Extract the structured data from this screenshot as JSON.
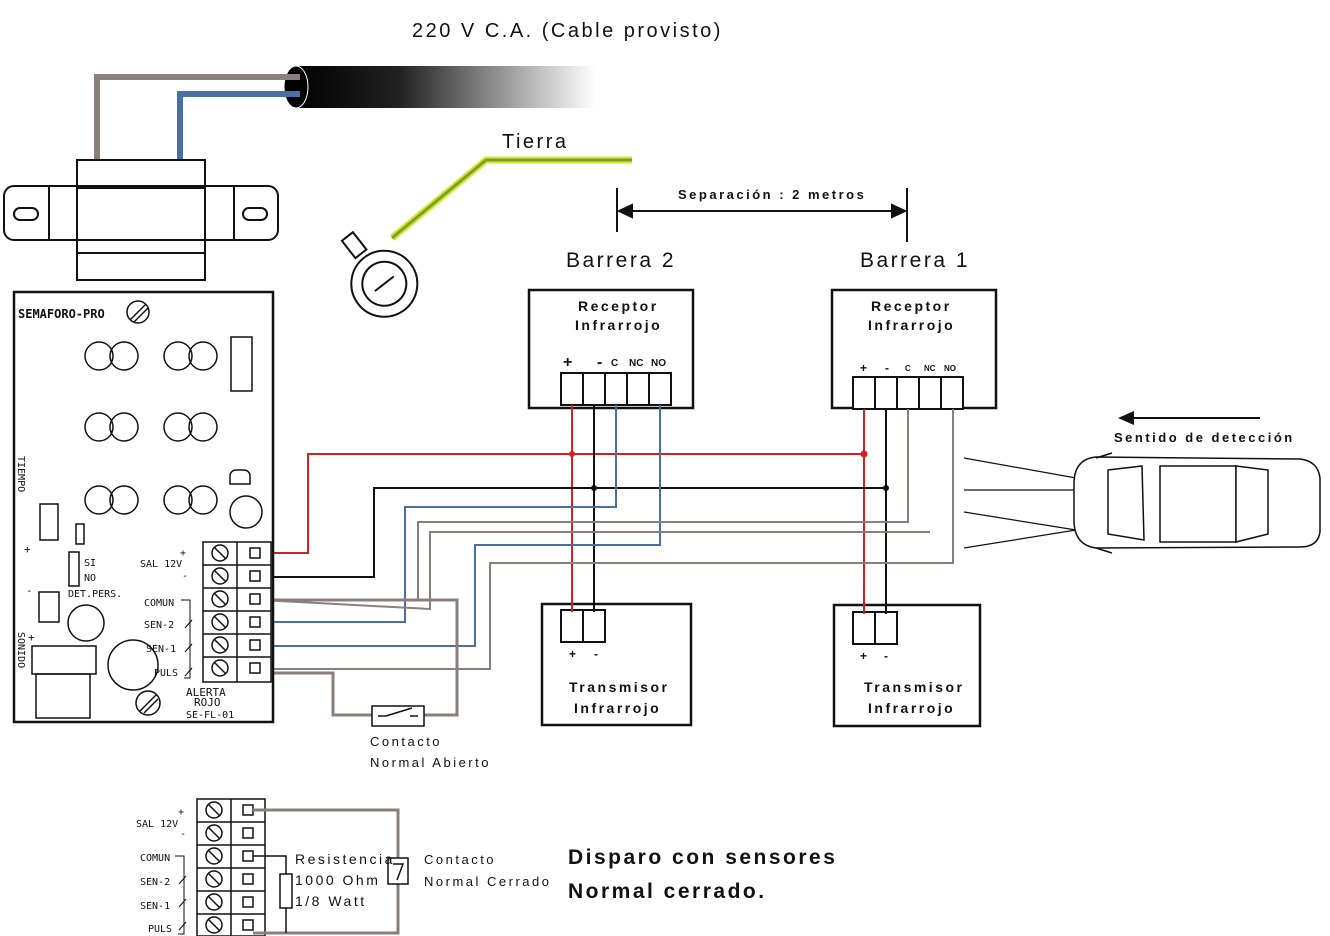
{
  "power": {
    "label": "220 V C.A. (Cable provisto)"
  },
  "ground": {
    "label": "Tierra"
  },
  "separation": {
    "label": "Separación : 2 metros"
  },
  "barrier2": {
    "title": "Barrera 2",
    "receiver": {
      "line1": "Receptor",
      "line2": "Infrarrojo",
      "terminals": [
        "+",
        "-",
        "C",
        "NC",
        "NO"
      ]
    },
    "transmitter": {
      "line1": "Transmisor",
      "line2": "Infrarrojo",
      "terminals": [
        "+",
        "-"
      ]
    }
  },
  "barrier1": {
    "title": "Barrera 1",
    "receiver": {
      "line1": "Receptor",
      "line2": "Infrarrojo",
      "terminals": [
        "+",
        "-",
        "C",
        "NC",
        "NO"
      ]
    },
    "transmitter": {
      "line1": "Transmisor",
      "line2": "Infrarrojo",
      "terminals": [
        "+",
        "-"
      ]
    }
  },
  "direction": {
    "label": "Sentido de detección"
  },
  "board": {
    "name": "SEMAFORO-PRO",
    "tiempo": "TIEMPO",
    "sonido": "SONIDO",
    "si": "SI",
    "no": "NO",
    "det_pers": "DET.PERS.",
    "plus": "+",
    "minus": "-",
    "sal12v": "SAL 12V",
    "comun": "COMUN",
    "sen2": "SEN-2",
    "sen1": "SEN-1",
    "puls": "PULS",
    "alerta": "ALERTA",
    "rojo": "ROJO",
    "model": "SE-FL-01"
  },
  "contact_no": {
    "line1": "Contacto",
    "line2": "Normal Abierto"
  },
  "bottom": {
    "sal12v": "SAL 12V",
    "plus": "+",
    "minus": "-",
    "comun": "COMUN",
    "sen2": "SEN-2",
    "sen1": "SEN-1",
    "puls": "PULS",
    "res1": "Resistencia",
    "res2": "1000 Ohm",
    "res3": "1/8 Watt",
    "contact1": "Contacto",
    "contact2": "Normal Cerrado",
    "note1": "Disparo con sensores",
    "note2": "Normal cerrado."
  },
  "colors": {
    "red_wire": "#d42020",
    "black_wire": "#111111",
    "blue_wire": "#4a6fa5",
    "gray_wire": "#8a7f7a",
    "ground_green": "#6aa832",
    "ground_yellow": "#e8df2a"
  }
}
